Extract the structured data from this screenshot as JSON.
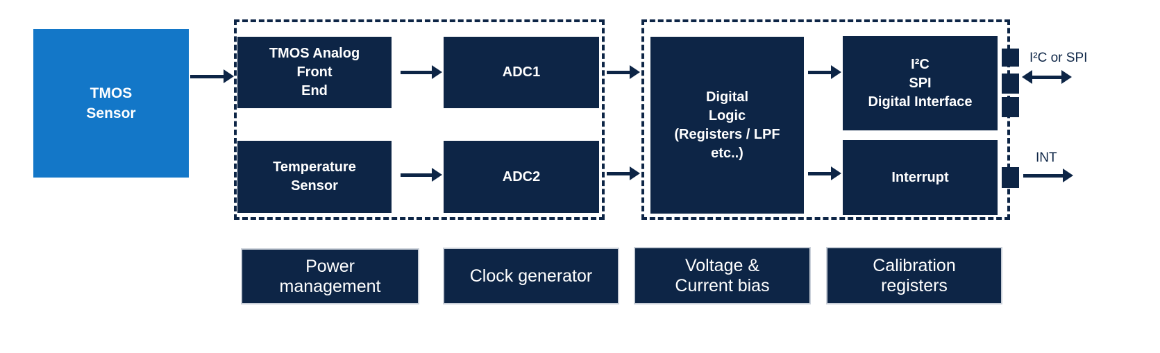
{
  "palette": {
    "sensor_blue": "#1377C8",
    "navy": "#0D2546",
    "support_border_gray": "#C9CFD8",
    "text_white": "#FFFFFF",
    "background": "#FFFFFF"
  },
  "blocks": {
    "tmos_sensor": {
      "lines": [
        "TMOS",
        "Sensor"
      ]
    },
    "afe": {
      "lines": [
        "TMOS Analog",
        "Front",
        "End"
      ]
    },
    "temperature_sensor": {
      "lines": [
        "Temperature",
        "Sensor"
      ]
    },
    "adc1": {
      "label": "ADC1"
    },
    "adc2": {
      "label": "ADC2"
    },
    "digital_logic": {
      "lines": [
        "Digital",
        "Logic",
        "(Registers / LPF",
        "etc..)"
      ]
    },
    "digital_interface": {
      "lines": [
        "I²C",
        "SPI",
        "Digital Interface"
      ]
    },
    "interrupt": {
      "label": "Interrupt"
    },
    "power_management": {
      "lines": [
        "Power",
        "management"
      ]
    },
    "clock_generator": {
      "label": "Clock generator"
    },
    "voltage_current_bias": {
      "lines": [
        "Voltage &",
        "Current bias"
      ]
    },
    "calibration_registers": {
      "lines": [
        "Calibration",
        "registers"
      ]
    }
  },
  "io_ports": {
    "i2c_spi_label": "I²C or SPI",
    "int_label": "INT"
  }
}
